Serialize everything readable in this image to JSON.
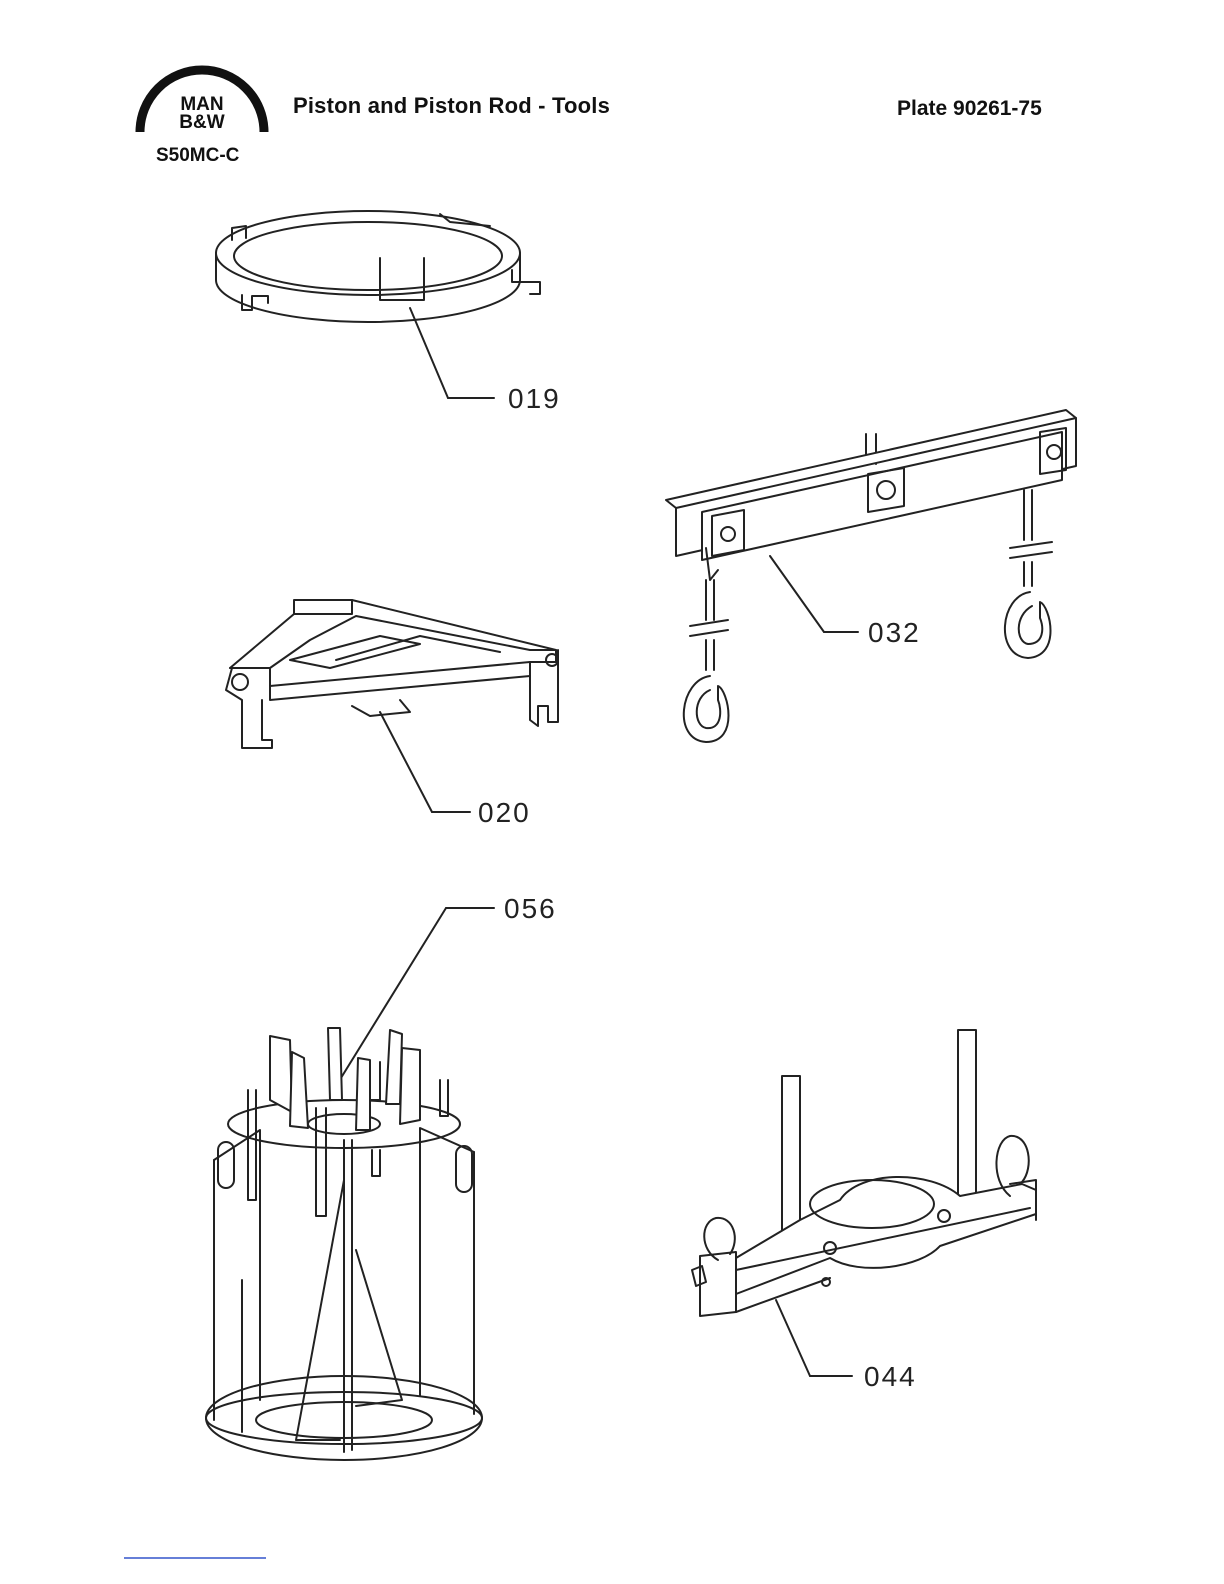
{
  "header": {
    "logo_line1": "MAN",
    "logo_line2": "B&W",
    "title": "Piston and Piston Rod - Tools",
    "plate": "Plate 90261-75",
    "engine": "S50MC-C"
  },
  "parts": {
    "p019": "019",
    "p020": "020",
    "p032": "032",
    "p056": "056",
    "p044": "044"
  }
}
